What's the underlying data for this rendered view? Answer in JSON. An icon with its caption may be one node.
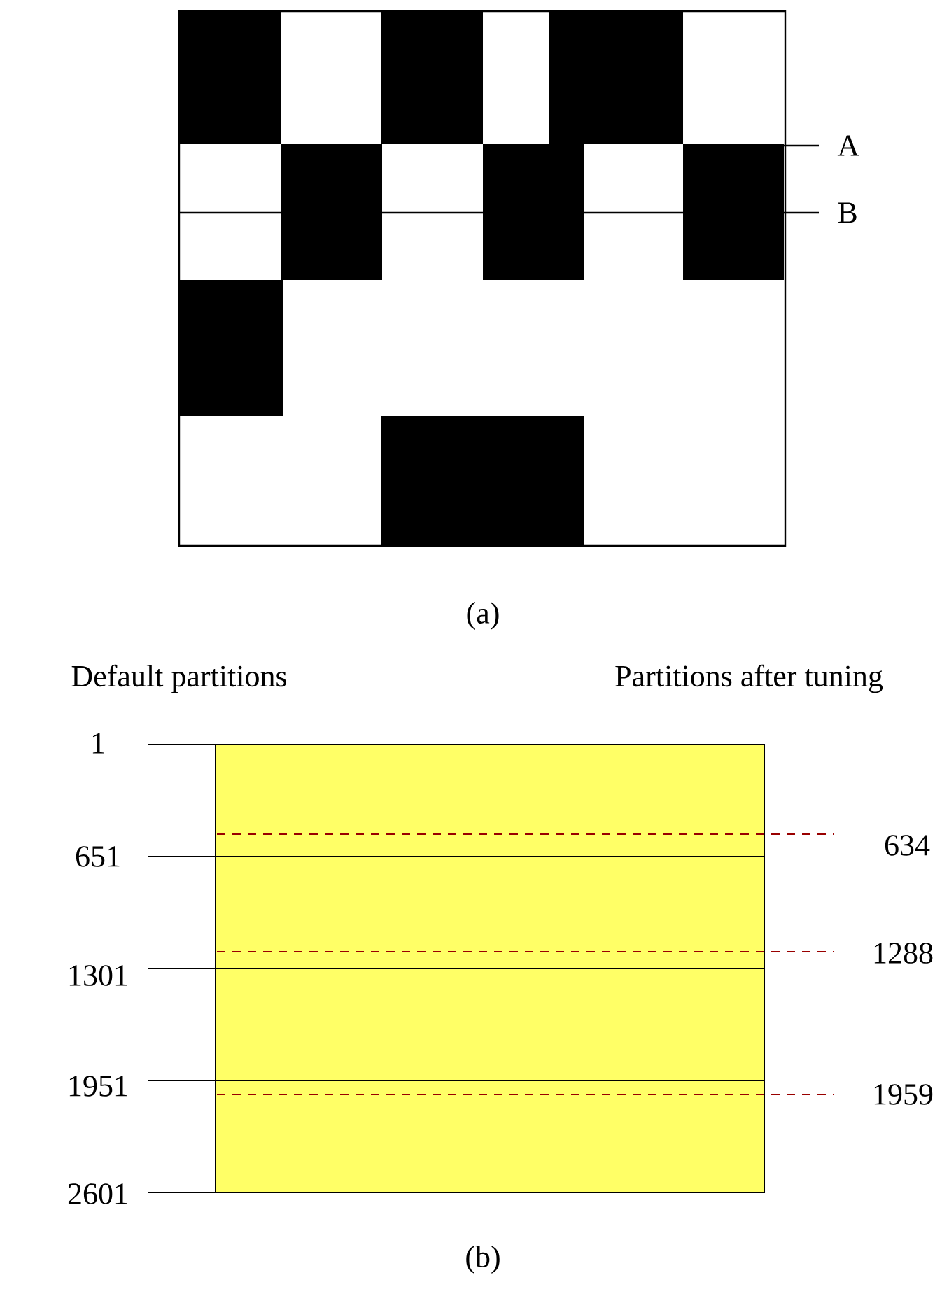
{
  "diagram": {
    "labels": [
      "A",
      "B",
      "(a)",
      "Default partitions",
      "Partitions after tuning",
      "1",
      "634",
      "651",
      "1288",
      "1301",
      "1951",
      "1959",
      "2601",
      "(b)"
    ]
  }
}
